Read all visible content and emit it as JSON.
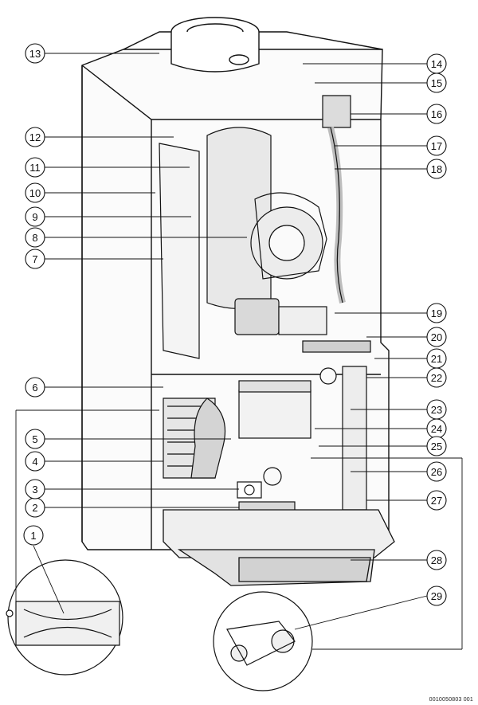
{
  "diagram": {
    "reference_code": "0010050803 001",
    "callouts": [
      {
        "number": "1",
        "side": "left"
      },
      {
        "number": "2",
        "side": "left"
      },
      {
        "number": "3",
        "side": "left"
      },
      {
        "number": "4",
        "side": "left"
      },
      {
        "number": "5",
        "side": "left"
      },
      {
        "number": "6",
        "side": "left"
      },
      {
        "number": "7",
        "side": "left"
      },
      {
        "number": "8",
        "side": "left"
      },
      {
        "number": "9",
        "side": "left"
      },
      {
        "number": "10",
        "side": "left"
      },
      {
        "number": "11",
        "side": "left"
      },
      {
        "number": "12",
        "side": "left"
      },
      {
        "number": "13",
        "side": "left"
      },
      {
        "number": "14",
        "side": "right"
      },
      {
        "number": "15",
        "side": "right"
      },
      {
        "number": "16",
        "side": "right"
      },
      {
        "number": "17",
        "side": "right"
      },
      {
        "number": "18",
        "side": "right"
      },
      {
        "number": "19",
        "side": "right"
      },
      {
        "number": "20",
        "side": "right"
      },
      {
        "number": "21",
        "side": "right"
      },
      {
        "number": "22",
        "side": "right"
      },
      {
        "number": "23",
        "side": "right"
      },
      {
        "number": "24",
        "side": "right"
      },
      {
        "number": "25",
        "side": "right"
      },
      {
        "number": "26",
        "side": "right"
      },
      {
        "number": "27",
        "side": "right"
      },
      {
        "number": "28",
        "side": "right"
      },
      {
        "number": "29",
        "side": "right"
      }
    ]
  }
}
